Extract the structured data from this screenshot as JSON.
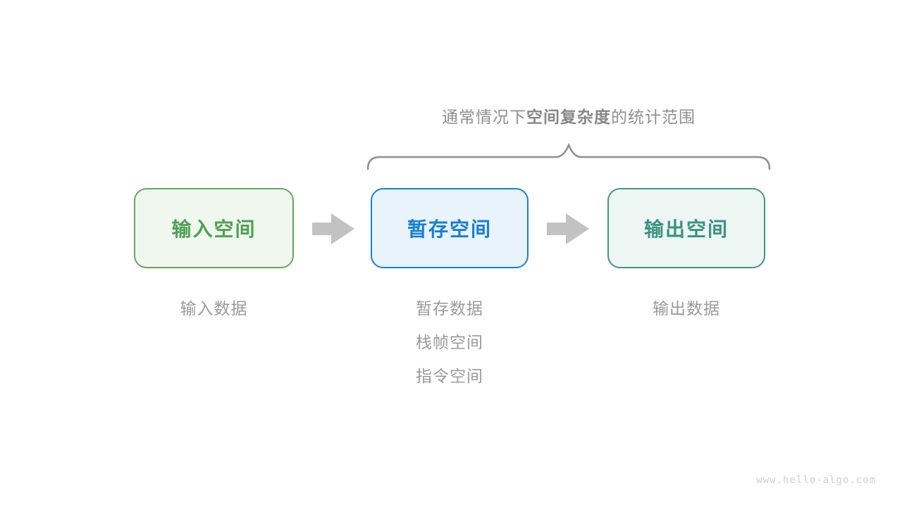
{
  "page": {
    "background": "#ffffff",
    "watermark": "www.hello-algo.com"
  },
  "title": {
    "prefix": "通常情况下",
    "bold": "空间复杂度",
    "suffix": "的统计范围",
    "color": "#8f8f8f"
  },
  "brace": {
    "color": "#8f8f8f",
    "spans_boxes": [
      "暂存空间",
      "输出空间"
    ]
  },
  "boxes": [
    {
      "id": "input-space",
      "label": "输入空间",
      "border_color": "#67a562",
      "fill_color": "#eff7ee",
      "text_color": "#4ea053",
      "notes": [
        "输入数据"
      ]
    },
    {
      "id": "temp-space",
      "label": "暂存空间",
      "border_color": "#1a7fd4",
      "fill_color": "#e9f3fc",
      "text_color": "#157fd6",
      "notes": [
        "暂存数据",
        "栈帧空间",
        "指令空间"
      ]
    },
    {
      "id": "output-space",
      "label": "输出空间",
      "border_color": "#44948a",
      "fill_color": "#eef6f4",
      "text_color": "#3a9282",
      "notes": [
        "输出数据"
      ]
    }
  ],
  "arrows": {
    "color": "#c2c2c2",
    "count": 2
  }
}
